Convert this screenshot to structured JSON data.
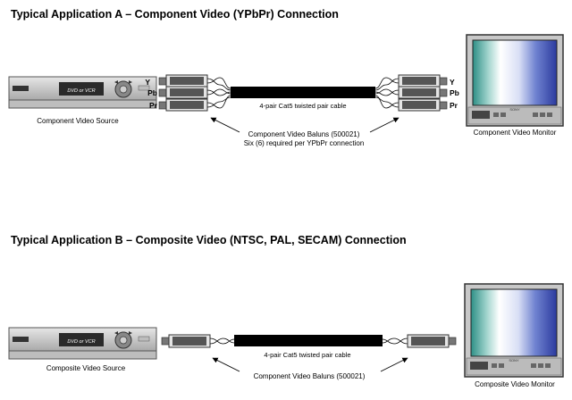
{
  "section_a": {
    "title": "Typical Application A – Component Video (YPbPr)  Connection",
    "source_label": "Component Video Source",
    "source_device_label": "DVD or VCR",
    "monitor_label": "Component Video Monitor",
    "monitor_brand": "SONY",
    "cable_label": "4-pair Cat5 twisted pair cable",
    "baluns_label_line1": "Component Video Baluns (500021)",
    "baluns_label_line2": "Six (6) required per YPbPr connection",
    "channels_left": [
      "Y",
      "Pb",
      "Pr"
    ],
    "channels_right": [
      "Y",
      "Pb",
      "Pr"
    ]
  },
  "section_b": {
    "title": "Typical Application B – Composite Video (NTSC, PAL, SECAM) Connection",
    "source_label": "Composite Video Source",
    "source_device_label": "DVD or VCR",
    "monitor_label": "Composite Video Monitor",
    "monitor_brand": "SONY",
    "cable_label": "4-pair Cat5 twisted pair cable",
    "baluns_label": "Component Video Baluns (500021)"
  },
  "colors": {
    "device_body": "#cfcfcf",
    "device_dark": "#2a2a2a",
    "connector_dark": "#333333",
    "cable": "#000000",
    "screen_white": "#ffffff",
    "screen_teal": "#2e8f86",
    "screen_blue": "#2b3a9e"
  }
}
